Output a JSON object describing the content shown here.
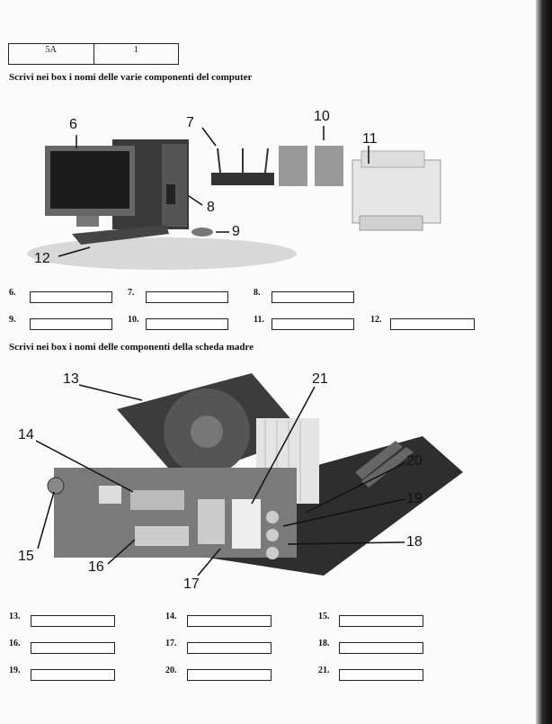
{
  "header": {
    "class": "5A",
    "page": "1"
  },
  "section1": {
    "instruction": "Scrivi nei box i nomi delle varie componenti del computer",
    "callouts": [
      "6",
      "7",
      "8",
      "9",
      "10",
      "11",
      "12"
    ],
    "answers": [
      "6.",
      "7.",
      "8.",
      "9.",
      "10.",
      "11.",
      "12."
    ]
  },
  "section2": {
    "instruction": "Scrivi nei box i nomi delle componenti della scheda madre",
    "callouts": [
      "13",
      "14",
      "15",
      "16",
      "17",
      "18",
      "19",
      "20",
      "21"
    ],
    "answers": [
      "13.",
      "14.",
      "15.",
      "16.",
      "17.",
      "18.",
      "19.",
      "20.",
      "21."
    ]
  }
}
